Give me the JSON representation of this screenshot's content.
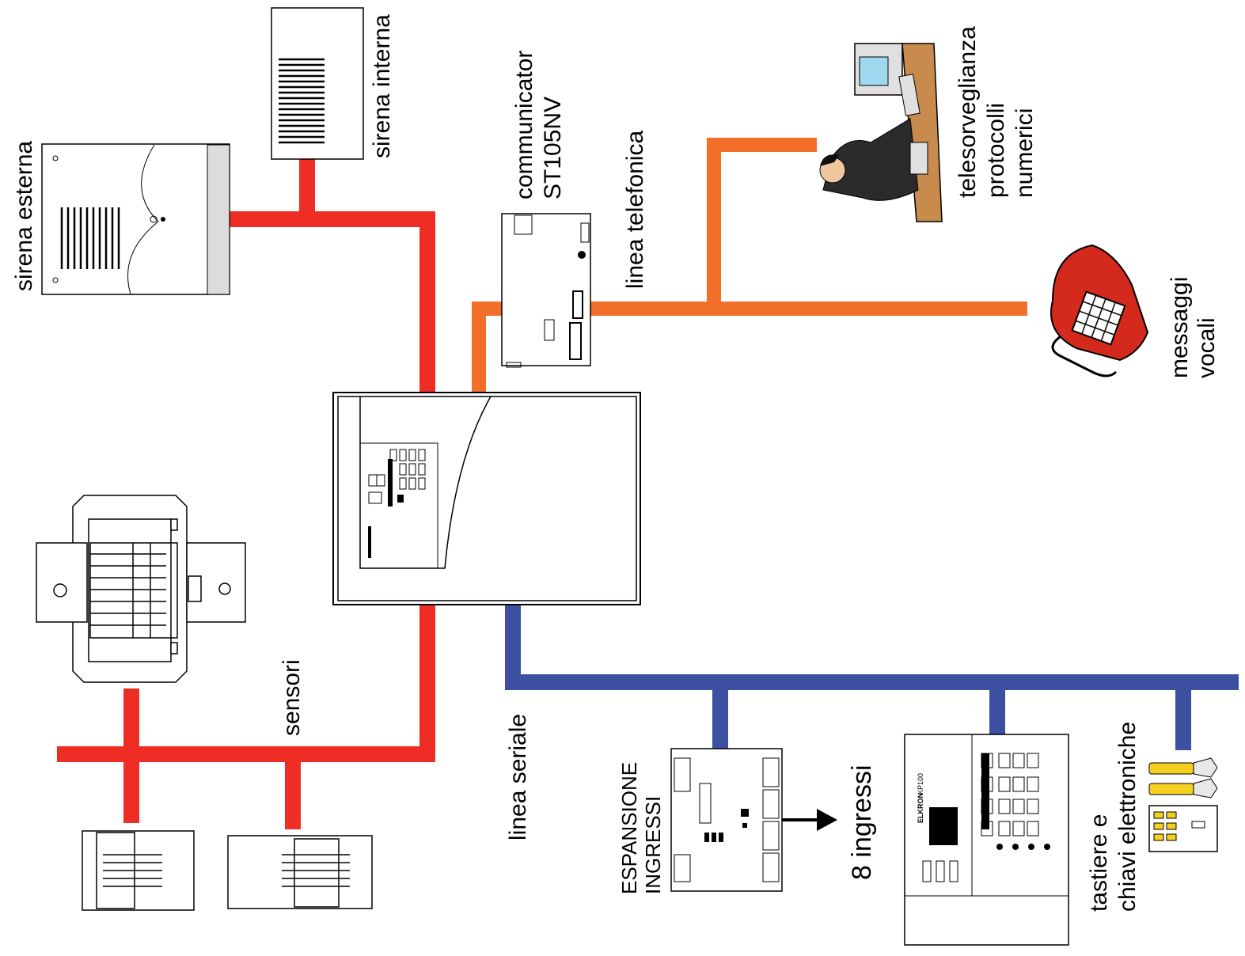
{
  "labels": {
    "sirena_esterna": "sirena esterna",
    "sirena_interna": "sirena interna",
    "communicator_line1": "communicator",
    "communicator_line2": "ST105NV",
    "linea_telefonica": "linea telefonica",
    "telesorveglianza_line1": "telesorveglianza",
    "telesorveglianza_line2": "protocolli",
    "telesorveglianza_line3": "numerici",
    "messaggi_line1": "messaggi",
    "messaggi_line2": "vocali",
    "sensori": "sensori",
    "linea_seriale": "linea seriale",
    "espansione_line1": "ESPANSIONE",
    "espansione_line2": "INGRESSI",
    "ingressi": "8 ingressi",
    "tastiere_line1": "tastiere e",
    "tastiere_line2": "chiavi elettroniche"
  },
  "device_text": {
    "kp100_brand": "ELKRON",
    "kp100_model": "KP100"
  },
  "colors": {
    "alarm_bus": "#ee2e24",
    "phone_line": "#f26f2a",
    "serial_line": "#3d4fa0",
    "phone_body": "#d42a1e",
    "key_tag": "#f5d020"
  }
}
